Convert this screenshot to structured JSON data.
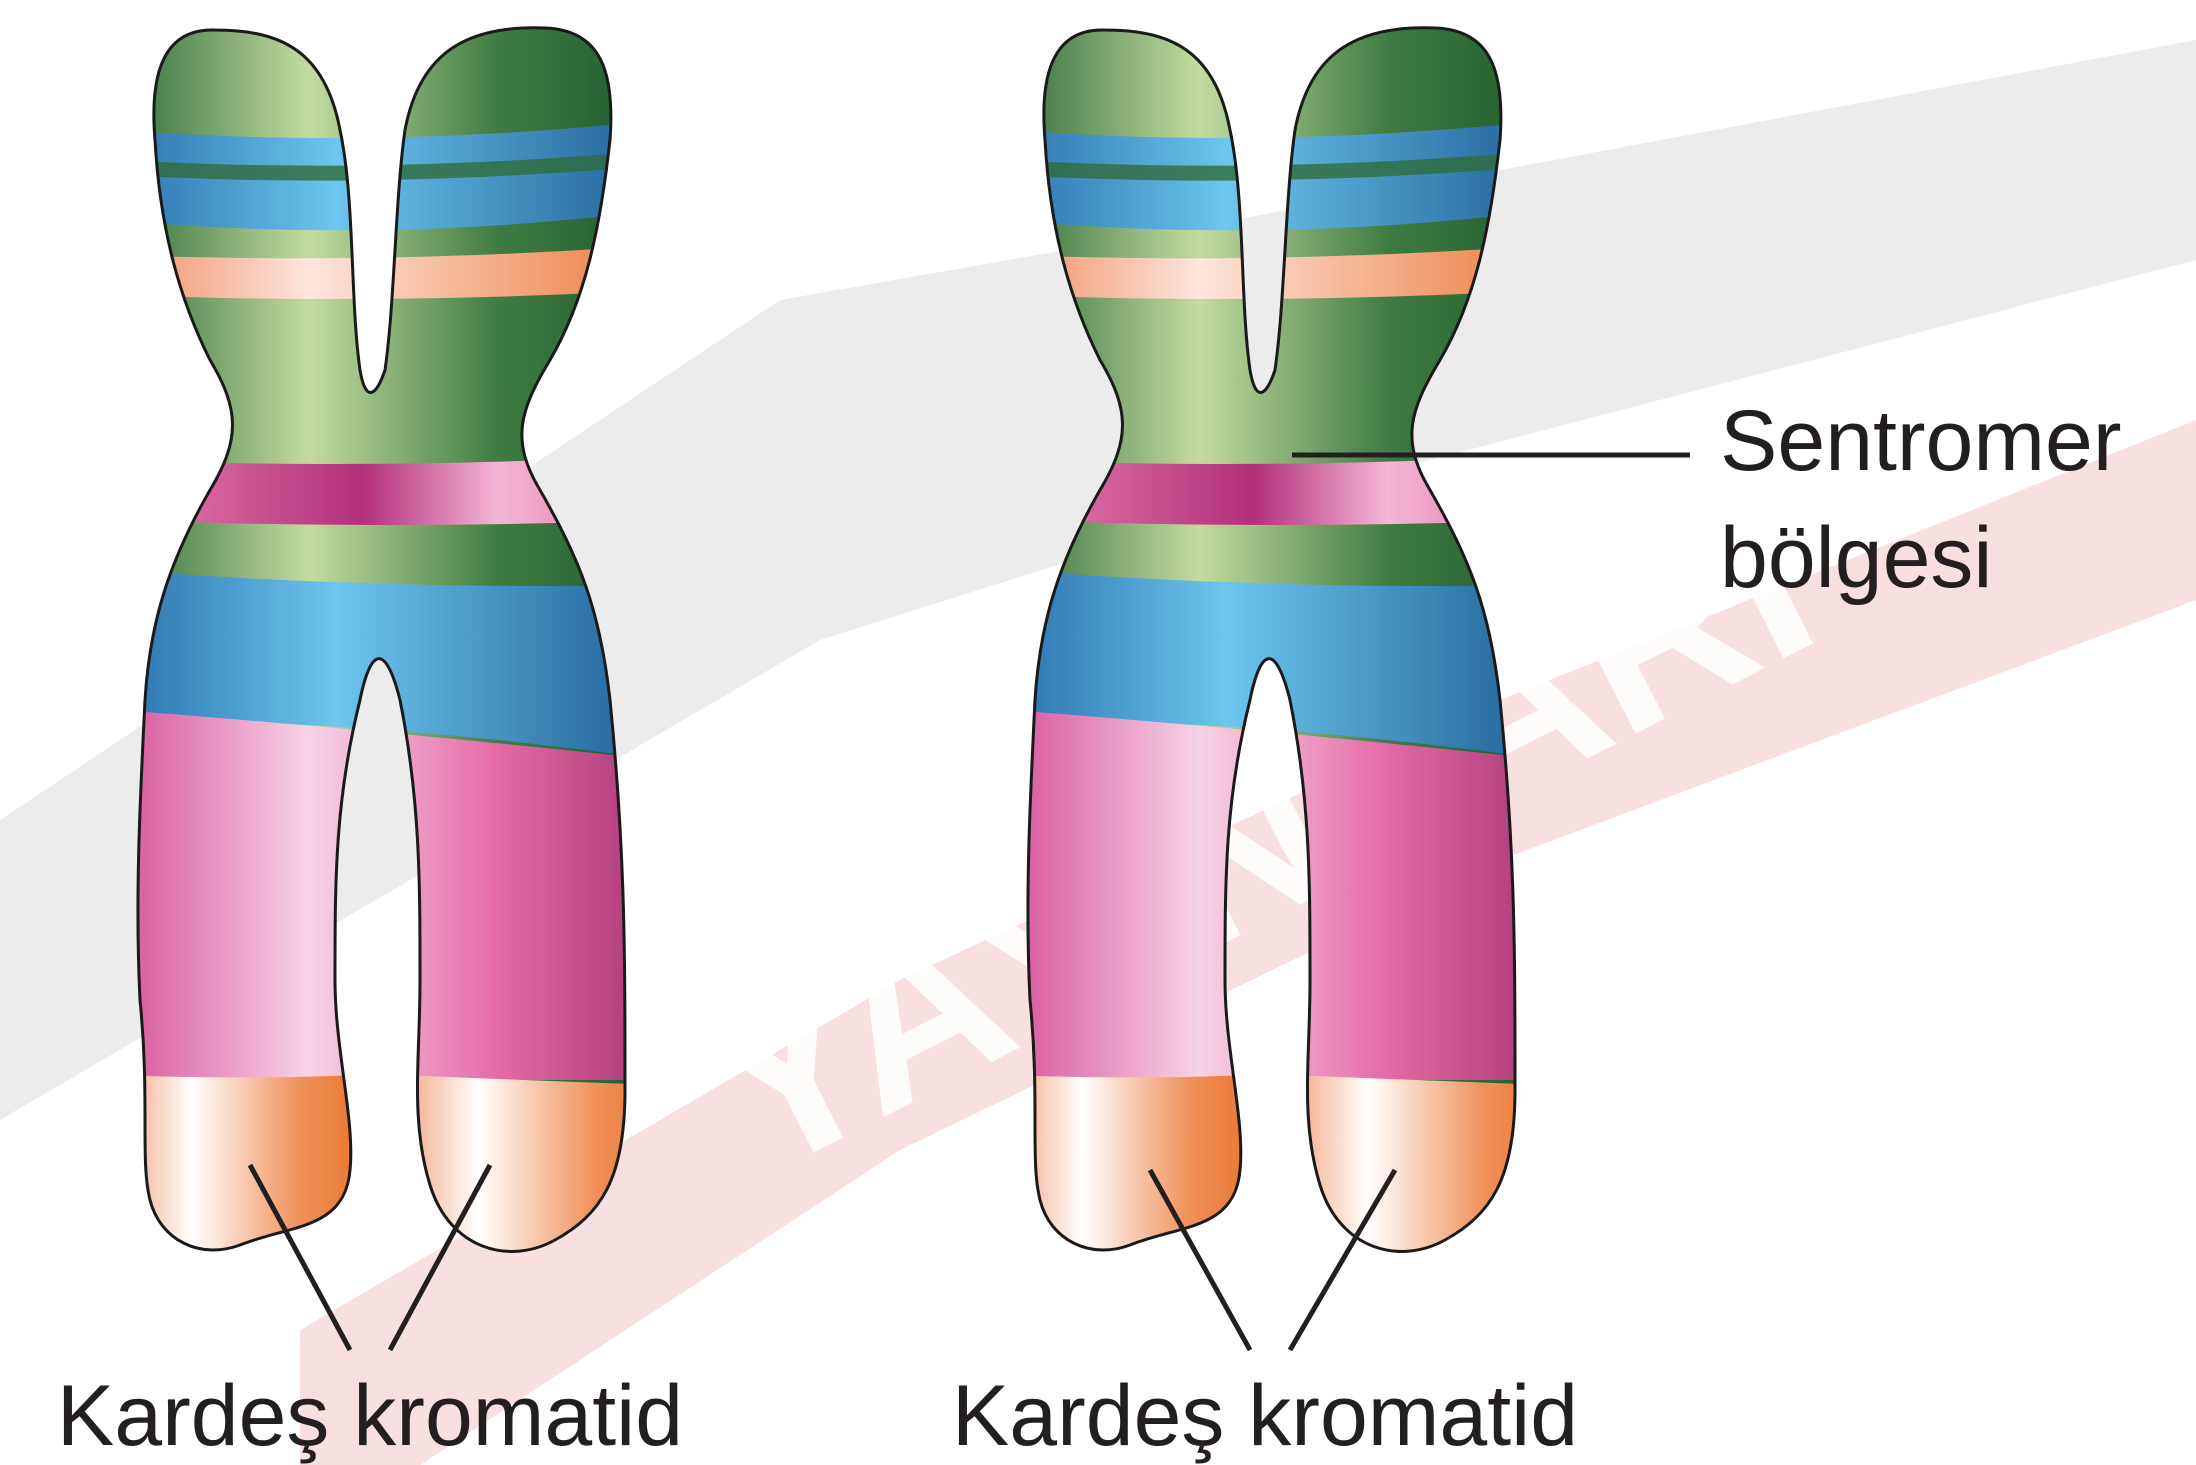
{
  "diagram": {
    "left_chromosome": {
      "label": "Kardeş kromatid"
    },
    "right_chromosome": {
      "label": "Kardeş kromatid"
    },
    "centromere_label": {
      "line1": "Sentromer",
      "line2": "bölgesi"
    },
    "watermark": {
      "text": "YAYINLARI"
    }
  },
  "colors": {
    "green": "#2f6d3a",
    "green_light": "#c4dba0",
    "blue": "#2c7fba",
    "blue_light": "#6cc6ee",
    "pink": "#e56aa6",
    "pink_light": "#f7d3e6",
    "salmon": "#ef8a5a",
    "watermark_red": "#f6d4d6",
    "watermark_gray": "#e6e6e6"
  }
}
